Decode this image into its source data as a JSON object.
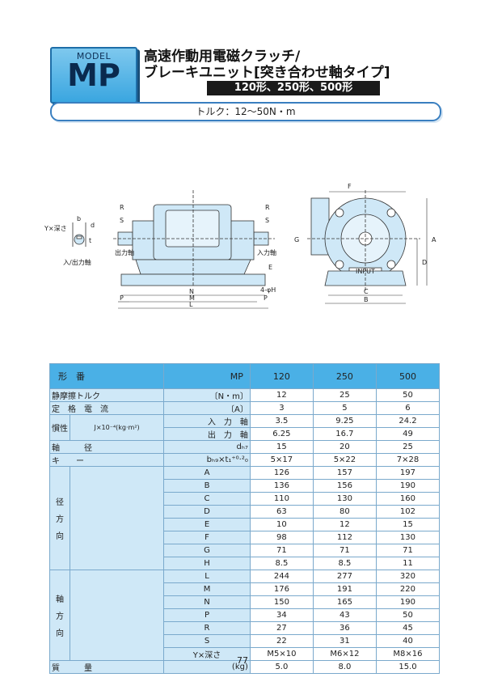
{
  "model": {
    "label": "MODEL",
    "name": "MP"
  },
  "title": {
    "line1": "高速作動用電磁クラッチ/",
    "line2": "ブレーキユニット[突き合わせ軸タイプ]"
  },
  "sizes": "120形、250形、500形",
  "torque": "トルク：12～50N・m",
  "drawing_labels": {
    "yx_depth": "Y×深さ",
    "b": "b",
    "d": "d",
    "t": "t",
    "io_shaft": "入/出力軸",
    "output_shaft": "出力軸",
    "input_shaft": "入力軸",
    "input": "INPUT",
    "R": "R",
    "S": "S",
    "F": "F",
    "G": "G",
    "A": "A",
    "D": "D",
    "E": "E",
    "H": "4-φH",
    "N": "N",
    "M": "M",
    "L": "L",
    "P": "P",
    "C": "C",
    "B": "B"
  },
  "table": {
    "header": {
      "model": "形　番",
      "mp": "MP",
      "cols": [
        "120",
        "250",
        "500"
      ]
    },
    "rows_top": [
      {
        "label": "静摩擦トルク",
        "unit": "〔N・m〕",
        "vals": [
          "12",
          "25",
          "50"
        ]
      },
      {
        "label": "定　格　電　流",
        "unit": "〔A〕",
        "vals": [
          "3",
          "5",
          "6"
        ]
      }
    ],
    "inertia": {
      "group": "慣性",
      "unit": "J×10⁻⁴(kg·m²)",
      "rows": [
        {
          "label": "入　力　軸",
          "vals": [
            "3.5",
            "9.25",
            "24.2"
          ]
        },
        {
          "label": "出　力　軸",
          "vals": [
            "6.25",
            "16.7",
            "49"
          ]
        }
      ]
    },
    "rows_mid": [
      {
        "label": "軸　　　径",
        "unit": "dₕ₇",
        "vals": [
          "15",
          "20",
          "25"
        ]
      },
      {
        "label": "キ　　ー",
        "unit": "bₕ₉×t₁⁺⁰·²₀",
        "vals": [
          "5×17",
          "5×22",
          "7×28"
        ]
      }
    ],
    "radial": {
      "group": [
        "径",
        "方",
        "向"
      ],
      "rows": [
        {
          "label": "A",
          "vals": [
            "126",
            "157",
            "197"
          ]
        },
        {
          "label": "B",
          "vals": [
            "136",
            "156",
            "190"
          ]
        },
        {
          "label": "C",
          "vals": [
            "110",
            "130",
            "160"
          ]
        },
        {
          "label": "D",
          "vals": [
            "63",
            "80",
            "102"
          ]
        },
        {
          "label": "E",
          "vals": [
            "10",
            "12",
            "15"
          ]
        },
        {
          "label": "F",
          "vals": [
            "98",
            "112",
            "130"
          ]
        },
        {
          "label": "G",
          "vals": [
            "71",
            "71",
            "71"
          ]
        },
        {
          "label": "H",
          "vals": [
            "8.5",
            "8.5",
            "11"
          ]
        }
      ]
    },
    "axial": {
      "group": [
        "軸",
        "方",
        "向"
      ],
      "rows": [
        {
          "label": "L",
          "vals": [
            "244",
            "277",
            "320"
          ]
        },
        {
          "label": "M",
          "vals": [
            "176",
            "191",
            "220"
          ]
        },
        {
          "label": "N",
          "vals": [
            "150",
            "165",
            "190"
          ]
        },
        {
          "label": "P",
          "vals": [
            "34",
            "43",
            "50"
          ]
        },
        {
          "label": "R",
          "vals": [
            "27",
            "36",
            "45"
          ]
        },
        {
          "label": "S",
          "vals": [
            "22",
            "31",
            "40"
          ]
        },
        {
          "label": "Y×深さ",
          "vals": [
            "M5×10",
            "M6×12",
            "M8×16"
          ]
        }
      ]
    },
    "mass": {
      "label": "質　　　量",
      "unit": "(kg)",
      "vals": [
        "5.0",
        "8.0",
        "15.0"
      ]
    }
  },
  "page_number": "77"
}
